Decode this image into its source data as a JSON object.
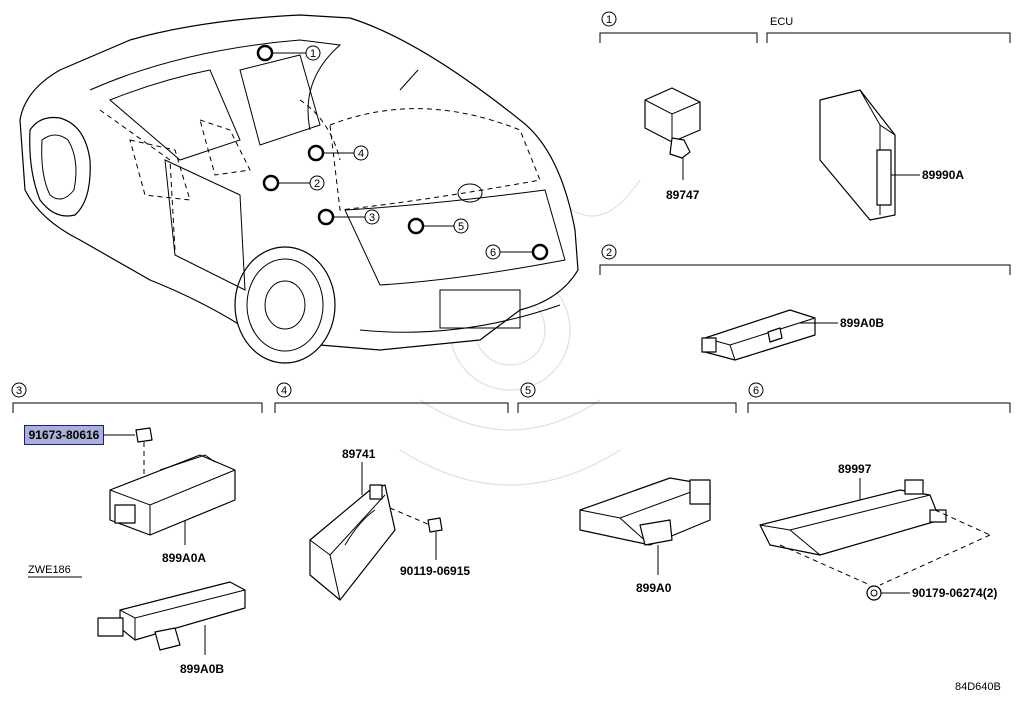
{
  "sections": {
    "s1": {
      "num": "1"
    },
    "ecu": {
      "label": "ECU"
    },
    "s2": {
      "num": "2"
    },
    "s3": {
      "num": "3"
    },
    "s4": {
      "num": "4"
    },
    "s5": {
      "num": "5"
    },
    "s6": {
      "num": "6"
    }
  },
  "car_callouts": [
    "1",
    "2",
    "3",
    "4",
    "5",
    "6"
  ],
  "parts": {
    "p89747": "89747",
    "p89990A": "89990A",
    "p899A0B_top": "899A0B",
    "p91673": "91673-80616",
    "p899A0A": "899A0A",
    "model": "ZWE186",
    "p899A0B_bottom": "899A0B",
    "p89741": "89741",
    "p90119": "90119-06915",
    "p899A0": "899A0",
    "p89997": "89997",
    "p90179": "90179-06274(2)"
  },
  "diagram_id": "84D640B",
  "highlight_color": "#a9b1d9"
}
